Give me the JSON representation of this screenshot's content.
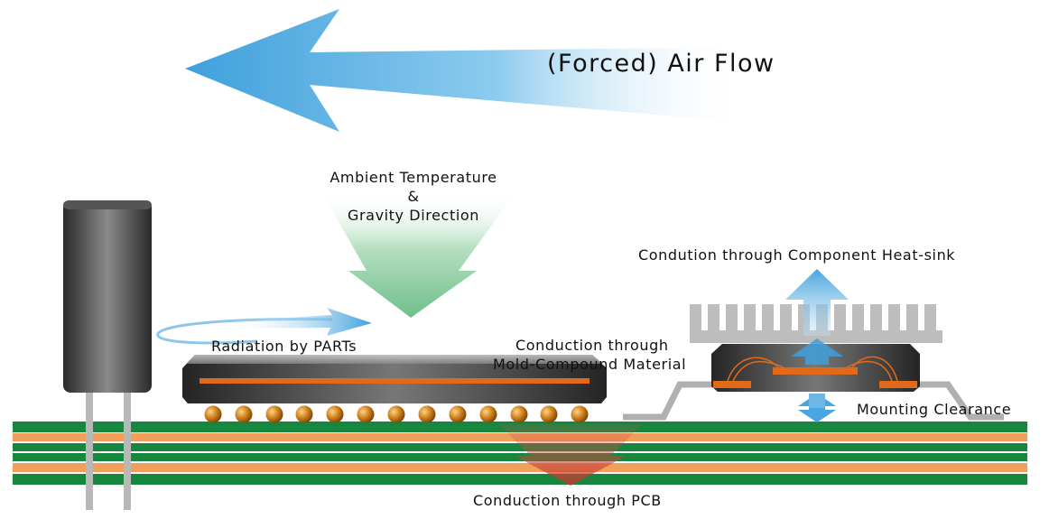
{
  "labels": {
    "air_flow": "(Forced) Air Flow",
    "ambient_line1": "Ambient Temperature",
    "ambient_line2": "&",
    "ambient_line3": "Gravity Direction",
    "heat_sink": "Condution through Component Heat-sink",
    "radiation": "Radiation by PARTs",
    "mold_line1": "Conduction through",
    "mold_line2": "Mold-Compound Material",
    "mounting": "Mounting Clearance",
    "pcb": "Conduction through PCB"
  },
  "colors": {
    "air_arrow": "#3fa0dc",
    "gravity_arrow": "#6fbf8a",
    "heat_arrow": "#4aa6e0",
    "pcb_green": "#17863f",
    "pcb_orange": "#f0a05a",
    "copper": "#e06a1a",
    "package_dark": "#2c2c2c",
    "pcb_conduction_arrow": "#d9534f"
  },
  "icons": [
    "capacitor-icon",
    "bga-package-icon",
    "heat-sink-icon",
    "ic-package-icon"
  ]
}
